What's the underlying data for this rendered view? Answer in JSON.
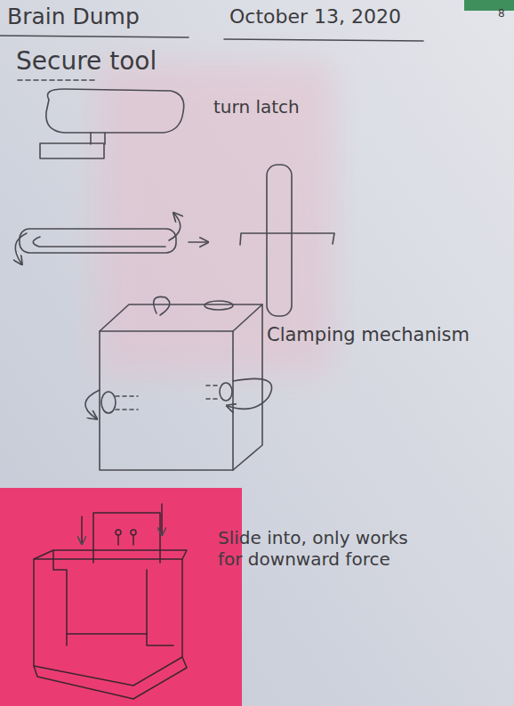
{
  "diagram": {
    "title": "Brain Dump",
    "labels": [
      "October 13, 2020",
      "8",
      "Secure tool",
      "turn latch",
      "Clamping mechanism",
      "Slide into, only works for downward force"
    ]
  }
}
